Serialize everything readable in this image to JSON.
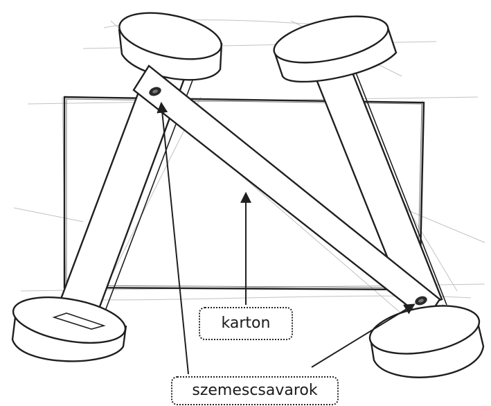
{
  "illustration": {
    "subject": "cardboard-sheet-with-four-legs-and-diagonal-brace-sketch",
    "colors": {
      "ink": "#1f1f1f",
      "sketch_line": "#9a9a9a",
      "paper": "#ffffff",
      "screw": "#2a2a2a"
    }
  },
  "labels": {
    "cardboard": "karton",
    "eye_screws": "szemescsavarok"
  },
  "icons": {
    "arrow": "arrow-head-icon",
    "screw": "eye-screw-icon"
  }
}
